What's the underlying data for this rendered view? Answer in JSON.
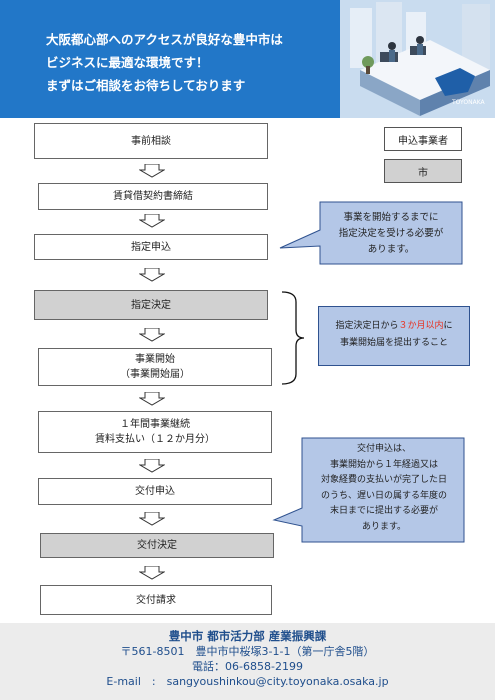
{
  "header": {
    "line1": "大阪都心部へのアクセスが良好な豊中市は",
    "line2": "ビジネスに最適な環境です！",
    "line3": "まずはご相談をお待ちしております",
    "illustration_label": "TOYONAKA"
  },
  "legend": {
    "applicant": "申込事業者",
    "city": "市"
  },
  "flow": {
    "step1": "事前相談",
    "step2": "賃貸借契約書締結",
    "step3": "指定申込",
    "step4": "指定決定",
    "step5_line1": "事業開始",
    "step5_line2": "（事業開始届）",
    "step6_line1": "１年間事業継続",
    "step6_line2": "賃料支払い（１２か月分）",
    "step7": "交付申込",
    "step8": "交付決定",
    "step9": "交付請求"
  },
  "callouts": {
    "c1_line1": "事業を開始するまでに",
    "c1_line2": "指定決定を受ける必要が",
    "c1_line3": "あります。",
    "c2_pre": "指定決定日から",
    "c2_red": "３か月以内",
    "c2_post": "に",
    "c2_line2": "事業開始届を提出すること",
    "c3_line1": "交付申込は、",
    "c3_line2": "事業開始から１年経過又は",
    "c3_line3": "対象経費の支払いが完了した日",
    "c3_line4": "のうち、遅い日の属する年度の",
    "c3_line5": "末日までに提出する必要が",
    "c3_line6": "あります。"
  },
  "footer": {
    "dept": "豊中市 都市活力部 産業振興課",
    "address": "〒561-8501　豊中市中桜塚3-1-1（第一庁舎5階）",
    "phone": "電話：06-6858-2199",
    "email": "E-mail　:　sangyoushinkou@city.toyonaka.osaka.jp"
  },
  "colors": {
    "header_bg": "#2277c8",
    "callout_bg": "#b4c7e7",
    "city_box_bg": "#d1d1d1",
    "highlight_red": "#e8301f",
    "footer_text": "#1f4e8c"
  }
}
